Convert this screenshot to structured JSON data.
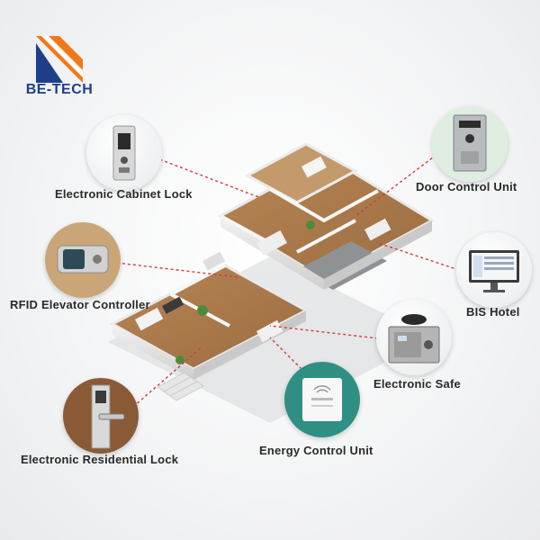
{
  "brand": {
    "name": "BE-TECH",
    "color": "#1f3e8a",
    "accent": "#f07a1a"
  },
  "connector_color": "#d23b3b",
  "products": [
    {
      "id": "cabinet-lock",
      "label": "Electronic Cabinet Lock",
      "icon": "cabinet-lock-icon"
    },
    {
      "id": "door-control",
      "label": "Door Control Unit",
      "icon": "door-control-panel-icon"
    },
    {
      "id": "rfid-elevator",
      "label": "RFID Elevator Controller",
      "icon": "elevator-controller-icon"
    },
    {
      "id": "bis-hotel",
      "label": "BIS Hotel",
      "icon": "computer-monitor-icon"
    },
    {
      "id": "safe",
      "label": "Electronic Safe",
      "icon": "safe-icon"
    },
    {
      "id": "residential-lock",
      "label": "Electronic Residential Lock",
      "icon": "door-lock-icon"
    },
    {
      "id": "energy-control",
      "label": "Energy Control Unit",
      "icon": "energy-switch-icon"
    }
  ]
}
